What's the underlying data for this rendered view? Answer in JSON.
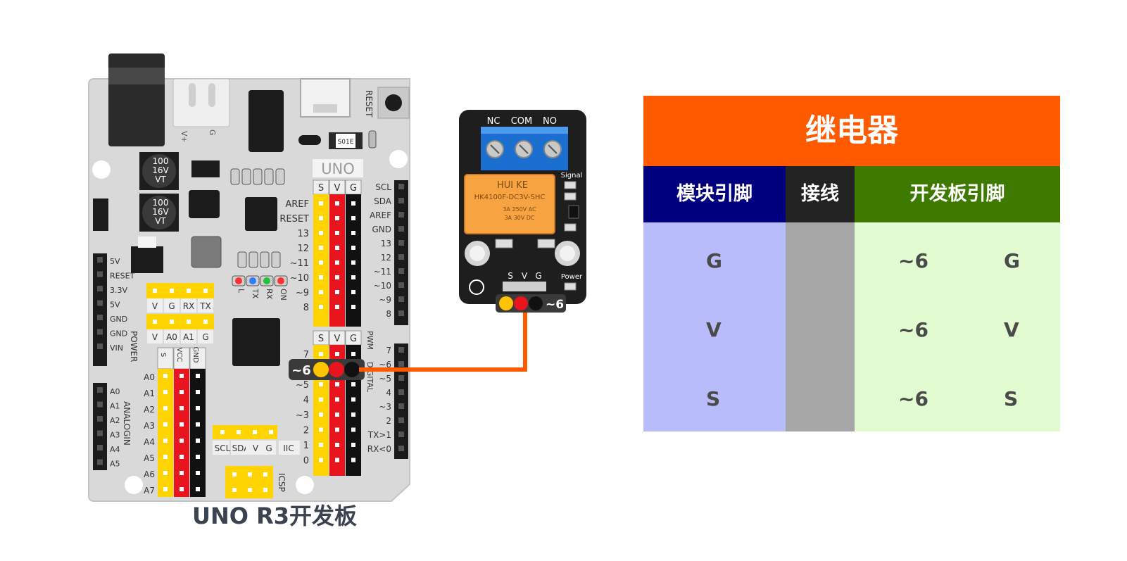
{
  "board": {
    "title": "UNO R3开发板",
    "reset_label": "RESET",
    "uno_label": "UNO",
    "cap_text": [
      "100",
      "16V",
      "VT"
    ],
    "jack_labels": [
      "V+",
      "G"
    ],
    "chip_label": "S01E",
    "left_pins": [
      "5V",
      "RESET",
      "3.3V",
      "5V",
      "GND",
      "GND",
      "VIN"
    ],
    "power_label": "POWER",
    "analog_pins": [
      "A0",
      "A1",
      "A2",
      "A3",
      "A4",
      "A5"
    ],
    "analog_label": "ANALOGIN",
    "header_row1": [
      "V",
      "G",
      "RX",
      "TX"
    ],
    "header_row2": [
      "V",
      "A0",
      "A1",
      "G"
    ],
    "led_labels": [
      "L",
      "TX",
      "RX",
      "ON"
    ],
    "analog_header_cols": [
      "S",
      "VCC",
      "GND"
    ],
    "analog_header_rows": [
      "A0",
      "A1",
      "A2",
      "A3",
      "A4",
      "A5",
      "A6",
      "A7"
    ],
    "iic_labels": [
      "SCL",
      "SDA",
      "V",
      "G",
      "IIC"
    ],
    "icsp_label": "ICSP",
    "digital_cols": [
      "S",
      "V",
      "G"
    ],
    "digital_upper_left": [
      "AREF",
      "RESET",
      "13",
      "12",
      "~11",
      "~10",
      "~9",
      "8"
    ],
    "digital_lower_left": [
      "7",
      "~6",
      "~5",
      "4",
      "~3",
      "2",
      "1",
      "0"
    ],
    "right_labels_upper": [
      "SCL",
      "SDA",
      "AREF",
      "GND",
      "13",
      "12",
      "~11",
      "~10",
      "~9",
      "8"
    ],
    "right_labels_lower": [
      "7",
      "~6",
      "~5",
      "4",
      "~3",
      "2",
      "TX>1",
      "RX<0"
    ],
    "pwm_label": "PWM",
    "digital_label": "DIGITAL",
    "connector_tag": "~6"
  },
  "module": {
    "terminal_labels": [
      "NC",
      "COM",
      "NO"
    ],
    "relay_brand": "HUI KE",
    "relay_model": "HK4100F-DC3V-SHC",
    "relay_specs": [
      "3A 250V AC",
      "3A 30V DC"
    ],
    "signal_label": "Signal",
    "power_label": "Power",
    "pin_labels": [
      "S",
      "V",
      "G"
    ],
    "connector_tag": "~6"
  },
  "table": {
    "title": "继电器",
    "col_headers": [
      "模块引脚",
      "接线",
      "开发板引脚"
    ],
    "rows": [
      {
        "module_pin": "G",
        "board_pin": "~6",
        "board_pin_type": "G",
        "wire_color": "#000000"
      },
      {
        "module_pin": "V",
        "board_pin": "~6",
        "board_pin_type": "V",
        "wire_color": "#ef1c1c"
      },
      {
        "module_pin": "S",
        "board_pin": "~6",
        "board_pin_type": "S",
        "wire_color": "#ffc400"
      }
    ]
  },
  "colors": {
    "header_orange": "#ff5a00",
    "wire_orange": "#ff5a00",
    "pin_yellow": "#ffd400",
    "pin_red": "#e8141e",
    "pin_black": "#111111",
    "board_gray": "#d9d9d9",
    "module_dark": "#1e1e1e",
    "terminal_blue": "#1a6fd0",
    "relay_orange": "#f7a341"
  }
}
